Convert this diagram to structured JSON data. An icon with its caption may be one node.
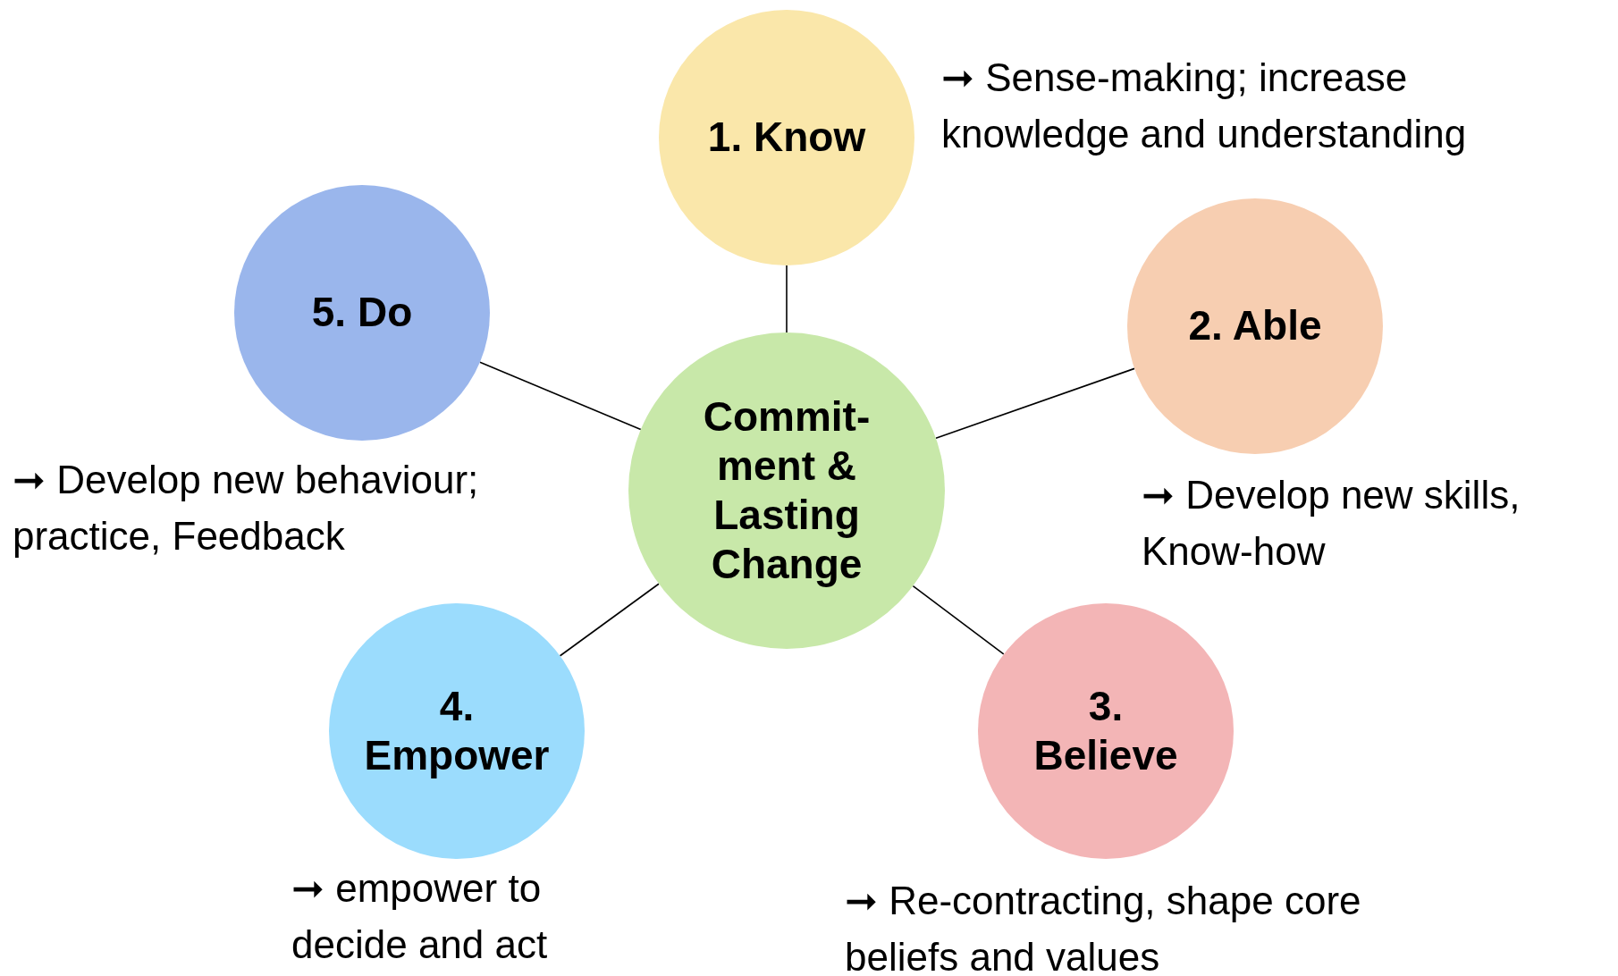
{
  "diagram": {
    "nodes": [
      {
        "text": [
          "1. Know"
        ],
        "beside": [
          "➞ Sense-making; increase knowledge and understanding"
        ]
      },
      {
        "text": [
          "5. Do"
        ],
        "beside": [
          "➞ Develop new behaviour; practice, Feedback"
        ]
      },
      {
        "text": [
          "2. Able"
        ],
        "beside": [
          "➞ Develop new skills, Know-how"
        ]
      },
      {
        "text": [
          "Commit- ment & Lasting Change"
        ]
      },
      {
        "text": [
          "4. Empower"
        ],
        "beside": [
          "➞ empower to decide and act"
        ]
      },
      {
        "text": [
          "3. Believe"
        ],
        "beside": [
          "➞ Re-contracting, shape core beliefs and values"
        ]
      }
    ],
    "edges": [
      {
        "from": 3,
        "to": 0,
        "arrow": "none"
      },
      {
        "from": 3,
        "to": 2,
        "arrow": "none"
      },
      {
        "from": 3,
        "to": 5,
        "arrow": "none"
      },
      {
        "from": 3,
        "to": 4,
        "arrow": "none"
      },
      {
        "from": 3,
        "to": 1,
        "arrow": "none"
      }
    ]
  }
}
